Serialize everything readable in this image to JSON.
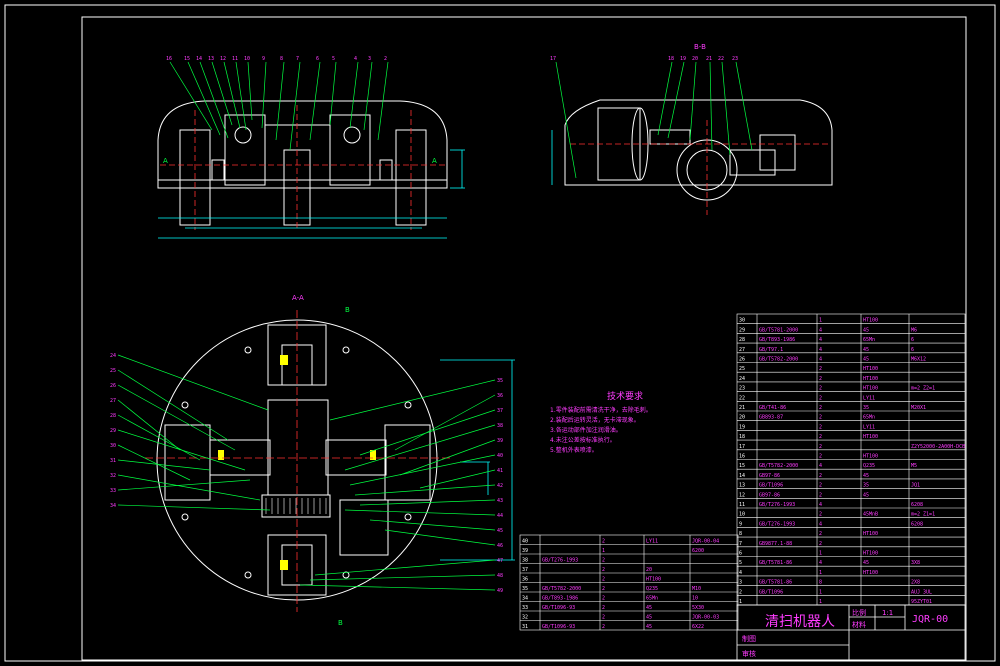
{
  "drawing": {
    "title": "清扫机器人",
    "drawing_number": "JQR-00",
    "scale_label": "比例",
    "scale_value": "1:1",
    "sheet_label": "材料",
    "design_label": "制图",
    "check_label": "审核"
  },
  "views": {
    "section_aa": "A-A",
    "section_bb": "B-B",
    "cut_a": "A",
    "cut_b": "B"
  },
  "tech_requirements": {
    "title": "技术要求",
    "lines": [
      "1.零件装配前需清洗干净，去除毛刺。",
      "2.装配后运转灵活，无卡滞现象。",
      "3.各运动部件加注润滑油。",
      "4.未注公差按标准执行。",
      "5.整机外表喷漆。"
    ]
  },
  "bom_right": [
    {
      "no": "30",
      "code": "",
      "qty": "1",
      "mat": "HT100",
      "note": ""
    },
    {
      "no": "29",
      "code": "GB/T5781-2000",
      "qty": "4",
      "mat": "45",
      "note": "M6"
    },
    {
      "no": "28",
      "code": "GB/T893-1986",
      "qty": "4",
      "mat": "65Mn",
      "note": "6"
    },
    {
      "no": "27",
      "code": "GB/T97.1",
      "qty": "4",
      "mat": "45",
      "note": "6"
    },
    {
      "no": "26",
      "code": "GB/T5782-2000",
      "qty": "4",
      "mat": "45",
      "note": "M6X12"
    },
    {
      "no": "25",
      "code": "",
      "qty": "2",
      "mat": "HT100",
      "note": ""
    },
    {
      "no": "24",
      "code": "",
      "qty": "2",
      "mat": "HT100",
      "note": ""
    },
    {
      "no": "23",
      "code": "",
      "qty": "2",
      "mat": "HT100",
      "note": "m=2 Z2=1"
    },
    {
      "no": "22",
      "code": "",
      "qty": "2",
      "mat": "LY11",
      "note": ""
    },
    {
      "no": "21",
      "code": "GB/T41-86",
      "qty": "2",
      "mat": "35",
      "note": "M20X1"
    },
    {
      "no": "20",
      "code": "GB893-87",
      "qty": "2",
      "mat": "65Mn",
      "note": ""
    },
    {
      "no": "19",
      "code": "",
      "qty": "2",
      "mat": "LY11",
      "note": ""
    },
    {
      "no": "18",
      "code": "",
      "qty": "2",
      "mat": "HT100",
      "note": ""
    },
    {
      "no": "17",
      "code": "",
      "qty": "2",
      "mat": "",
      "note": "Z2Y52000-2A00H-DCB"
    },
    {
      "no": "16",
      "code": "",
      "qty": "2",
      "mat": "HT100",
      "note": ""
    },
    {
      "no": "15",
      "code": "GB/T5782-2000",
      "qty": "4",
      "mat": "Q235",
      "note": "M5"
    },
    {
      "no": "14",
      "code": "GB97-86",
      "qty": "2",
      "mat": "45",
      "note": ""
    },
    {
      "no": "13",
      "code": "GB/T1096",
      "qty": "2",
      "mat": "35",
      "note": "JQ1"
    },
    {
      "no": "12",
      "code": "GB97-86",
      "qty": "2",
      "mat": "45",
      "note": ""
    },
    {
      "no": "11",
      "code": "GB/T276-1993",
      "qty": "4",
      "mat": "",
      "note": "6208"
    },
    {
      "no": "10",
      "code": "",
      "qty": "2",
      "mat": "45MnB",
      "note": "m=2 Z1=1"
    },
    {
      "no": "9",
      "code": "GB/T276-1993",
      "qty": "4",
      "mat": "",
      "note": "6208"
    },
    {
      "no": "8",
      "code": "",
      "qty": "2",
      "mat": "HT100",
      "note": ""
    },
    {
      "no": "7",
      "code": "GB9877.1-88",
      "qty": "2",
      "mat": "",
      "note": ""
    },
    {
      "no": "6",
      "code": "",
      "qty": "1",
      "mat": "HT100",
      "note": ""
    },
    {
      "no": "5",
      "code": "GB/T5781-86",
      "qty": "4",
      "mat": "45",
      "note": "3X8"
    },
    {
      "no": "4",
      "code": "",
      "qty": "1",
      "mat": "HT100",
      "note": ""
    },
    {
      "no": "3",
      "code": "GB/T5781-86",
      "qty": "8",
      "mat": "",
      "note": "2X8"
    },
    {
      "no": "2",
      "code": "GB/T1096",
      "qty": "1",
      "mat": "",
      "note": "AUJ 3UL"
    },
    {
      "no": "1",
      "code": "",
      "qty": "1",
      "mat": "",
      "note": "95ZYT01"
    }
  ],
  "bom_left": [
    {
      "no": "40",
      "code": "",
      "qty": "2",
      "mat": "LY11",
      "note": "JQR-00-04"
    },
    {
      "no": "39",
      "code": "",
      "qty": "1",
      "mat": "",
      "note": "6200"
    },
    {
      "no": "38",
      "code": "GB/T276-1993",
      "qty": "2",
      "mat": "",
      "note": ""
    },
    {
      "no": "37",
      "code": "",
      "qty": "2",
      "mat": "20",
      "note": ""
    },
    {
      "no": "36",
      "code": "",
      "qty": "2",
      "mat": "HT100",
      "note": ""
    },
    {
      "no": "35",
      "code": "GB/T5782-2000",
      "qty": "2",
      "mat": "Q235",
      "note": "M10"
    },
    {
      "no": "34",
      "code": "GB/T893-1986",
      "qty": "2",
      "mat": "65Mn",
      "note": "10"
    },
    {
      "no": "33",
      "code": "GB/T1096-93",
      "qty": "2",
      "mat": "45",
      "note": "5X30"
    },
    {
      "no": "32",
      "code": "",
      "qty": "2",
      "mat": "45",
      "note": "JQR-00-03"
    },
    {
      "no": "31",
      "code": "GB/T1096-93",
      "qty": "2",
      "mat": "45",
      "note": "6X22"
    }
  ],
  "colors": {
    "frame": "#ffffff",
    "parts": "#ffffff",
    "centerline": "#ff3030",
    "leaders": "#00ff40",
    "labels": "#ff3cff",
    "dims": "#00ffff",
    "table": "#ffffff",
    "highlight": "#ffff00"
  }
}
